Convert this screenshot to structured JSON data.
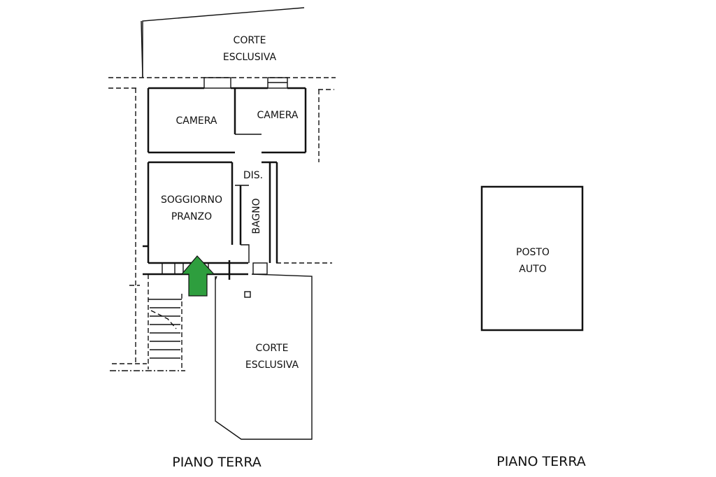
{
  "plan_left": {
    "rooms": {
      "corte_top": [
        "CORTE",
        "ESCLUSIVA"
      ],
      "camera_left": "CAMERA",
      "camera_right": "CAMERA",
      "dis": "DIS.",
      "soggiorno": [
        "SOGGIORNO",
        "PRANZO"
      ],
      "bagno": "BAGNO",
      "corte_bottom": [
        "CORTE",
        "ESCLUSIVA"
      ]
    },
    "floor_label": "PIANO TERRA",
    "entrance_arrow_color": "#2e9e3e"
  },
  "plan_right": {
    "rooms": {
      "posto_auto": [
        "POSTO",
        "AUTO"
      ]
    },
    "floor_label": "PIANO TERRA"
  }
}
